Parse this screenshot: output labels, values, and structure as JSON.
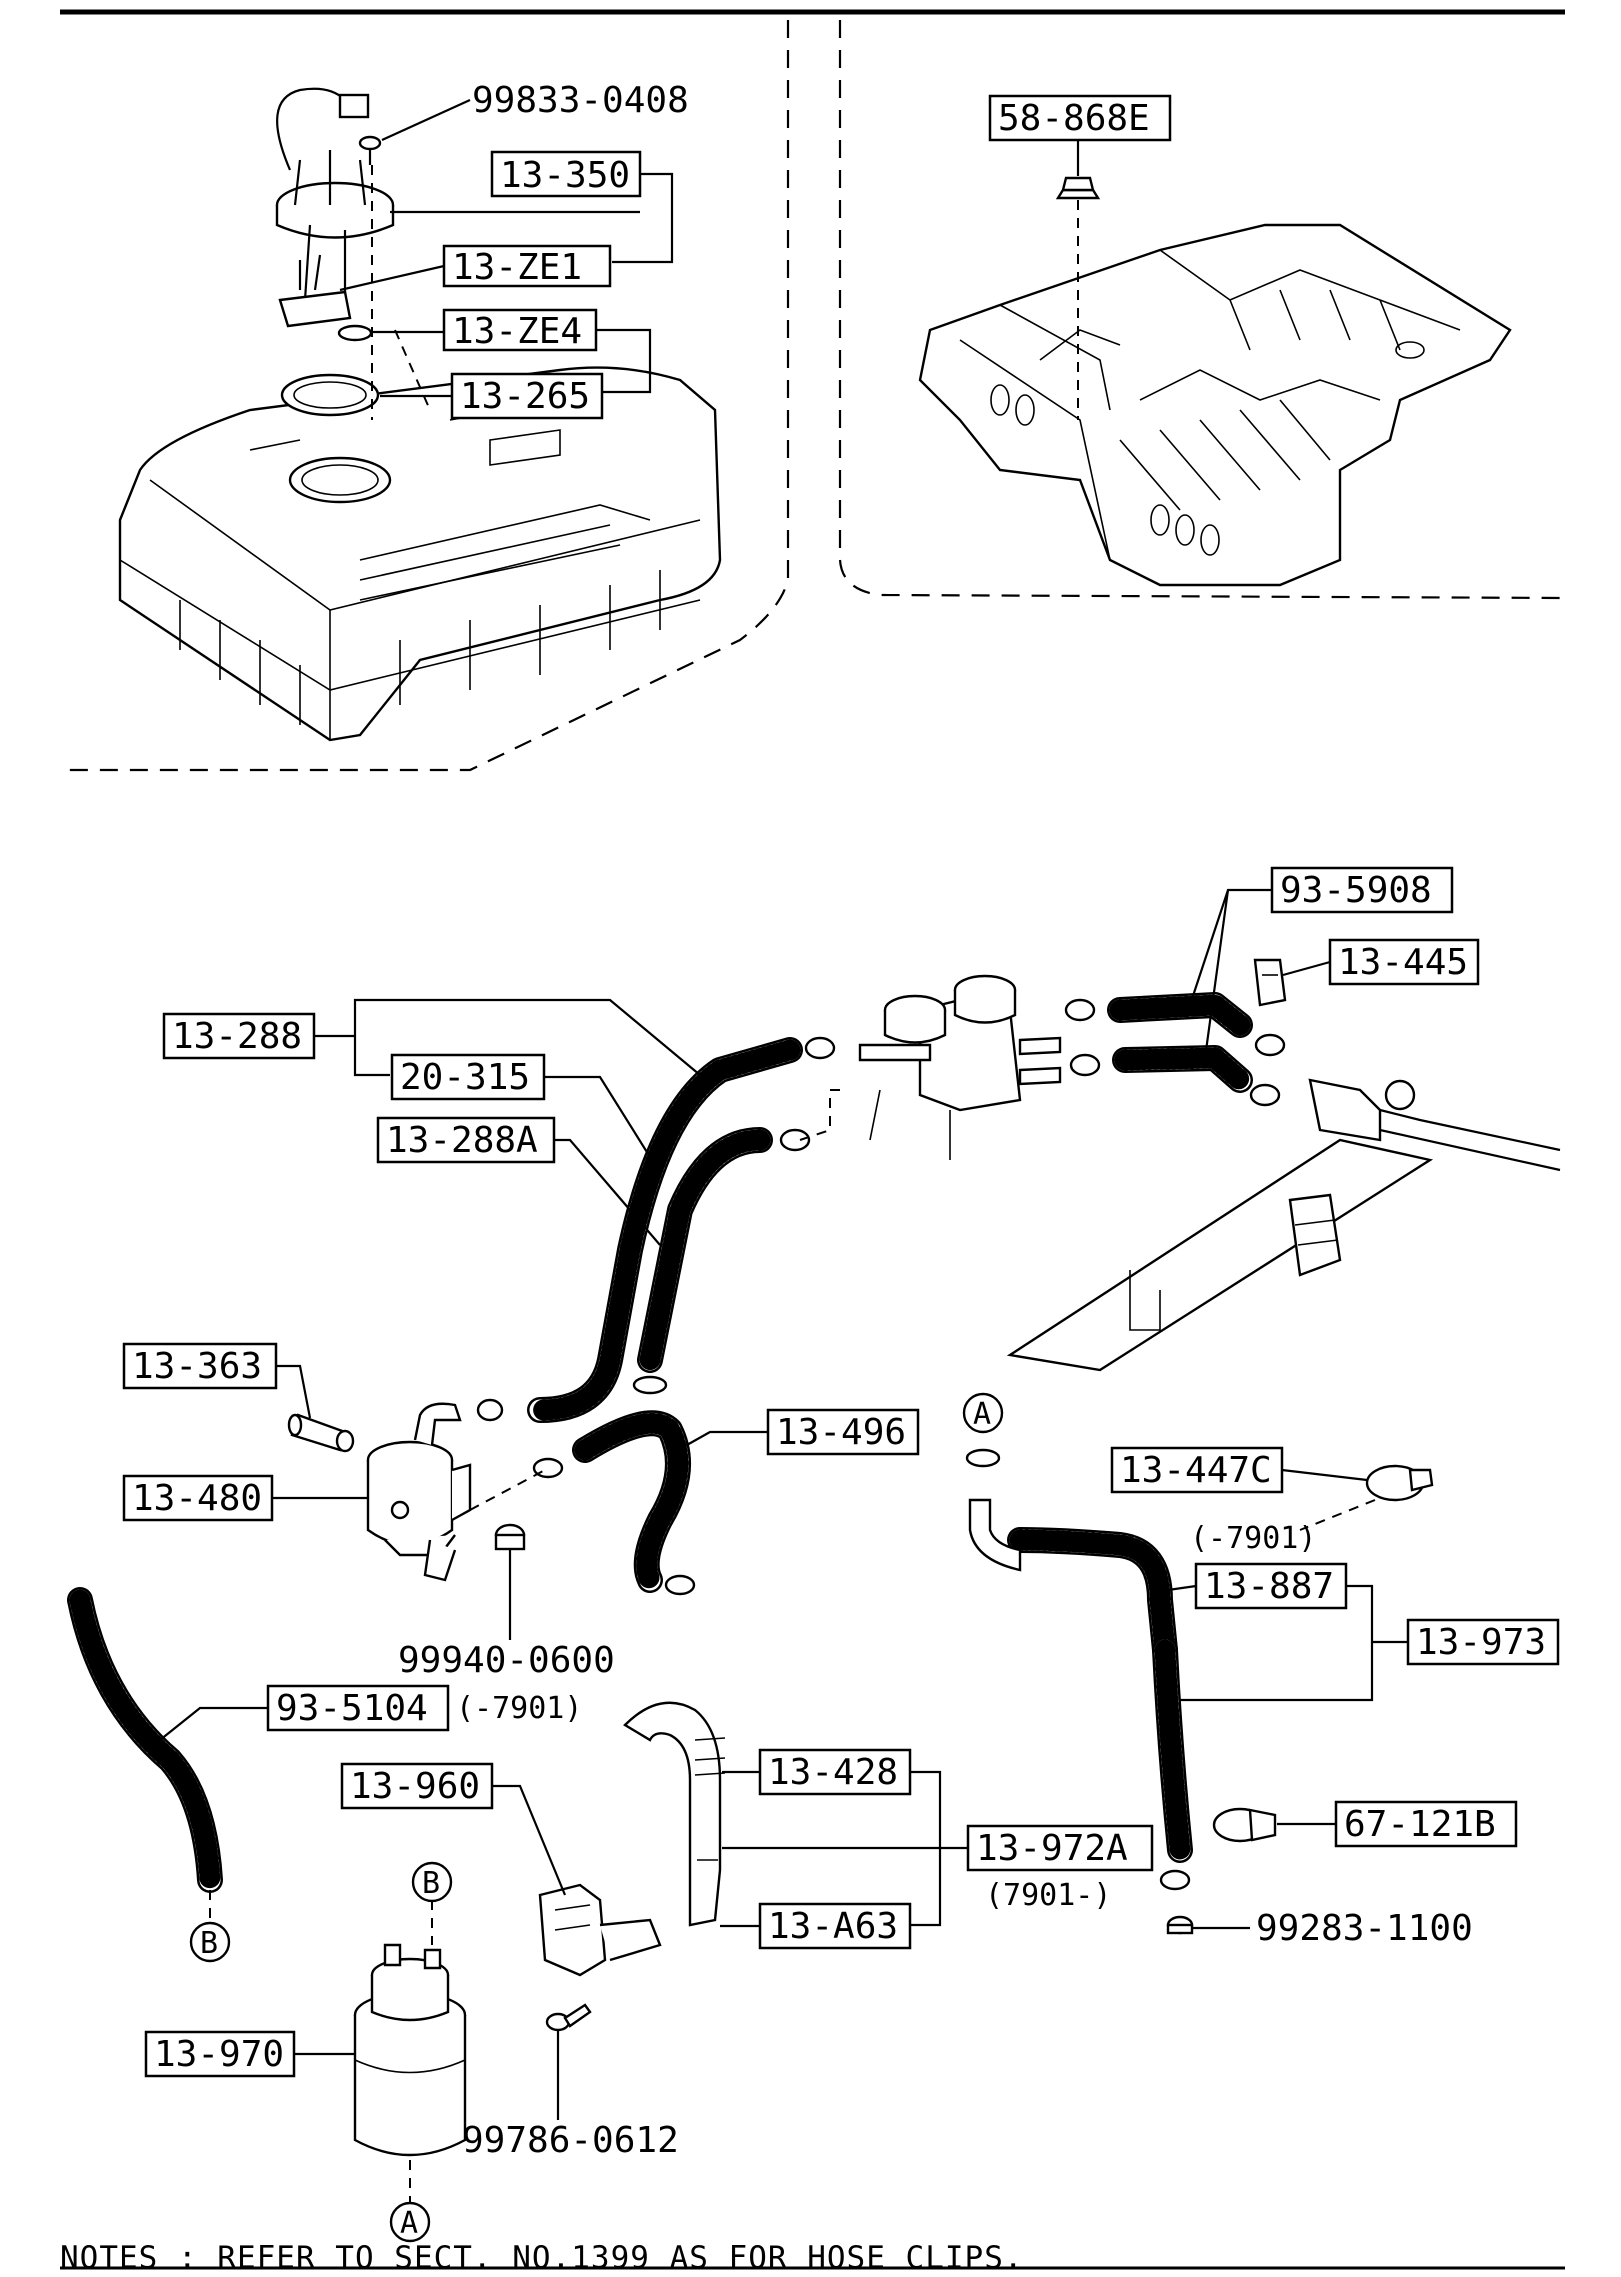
{
  "labels": {
    "p99833_0408": "99833-0408",
    "p13_350": "13-350",
    "p13_ZE1": "13-ZE1",
    "p13_ZE4": "13-ZE4",
    "p13_265": "13-265",
    "p58_868E": "58-868E",
    "p93_5908": "93-5908",
    "p13_445": "13-445",
    "p13_288": "13-288",
    "p20_315": "20-315",
    "p13_288A": "13-288A",
    "p13_363": "13-363",
    "p13_480": "13-480",
    "p13_496": "13-496",
    "p99940_0600": "99940-0600",
    "p93_5104": "93-5104",
    "p93_5104_note": "(-7901)",
    "p13_447C": "13-447C",
    "p13_447C_note": "(-7901)",
    "p13_887": "13-887",
    "p13_973": "13-973",
    "p13_960": "13-960",
    "p13_428": "13-428",
    "p13_972A": "13-972A",
    "p13_972A_note": "(7901-)",
    "p13_A63": "13-A63",
    "p67_121B": "67-121B",
    "p99283_1100": "99283-1100",
    "p13_970": "13-970",
    "p99786_0612": "99786-0612"
  },
  "connectors": {
    "a_top": "A",
    "a_bottom": "A",
    "b_left": "B",
    "b_top": "B"
  },
  "notes": "NOTES : REFER TO SECT. NO.1399  AS FOR HOSE CLIPS."
}
